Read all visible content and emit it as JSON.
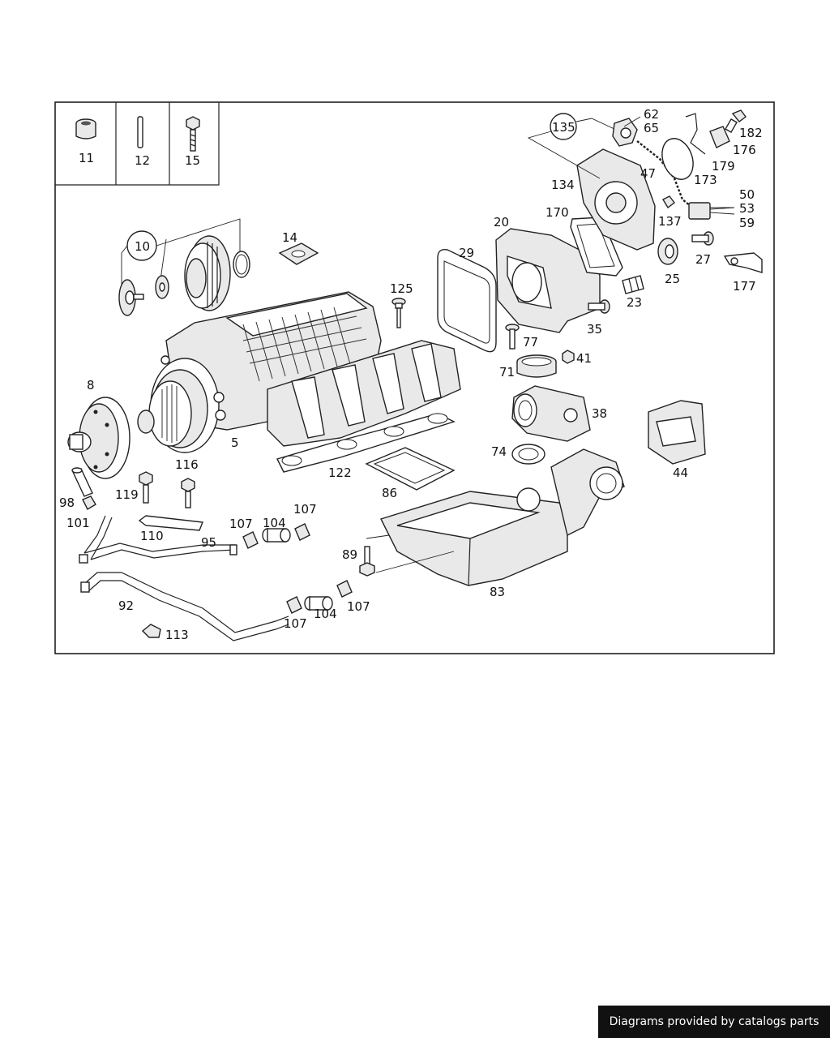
{
  "diagram": {
    "part_labels": {
      "p11": "11",
      "p12": "12",
      "p15": "15",
      "p10": "10",
      "p14": "14",
      "p125": "125",
      "p29": "29",
      "p20": "20",
      "p170": "170",
      "p135": "135",
      "p62": "62",
      "p65": "65",
      "p47": "47",
      "p134": "134",
      "p182": "182",
      "p176": "176",
      "p179": "179",
      "p173": "173",
      "p50": "50",
      "p53": "53",
      "p59": "59",
      "p137": "137",
      "p27": "27",
      "p177": "177",
      "p25": "25",
      "p23": "23",
      "p35": "35",
      "p77": "77",
      "p41": "41",
      "p71": "71",
      "p38": "38",
      "p74": "74",
      "p44": "44",
      "p8": "8",
      "p116": "116",
      "p5": "5",
      "p122": "122",
      "p86": "86",
      "p98": "98",
      "p119": "119",
      "p101": "101",
      "p110": "110",
      "p95": "95",
      "p107a": "107",
      "p104a": "104",
      "p107b": "107",
      "p89": "89",
      "p83": "83",
      "p92": "92",
      "p107c": "107",
      "p104b": "104",
      "p107d": "107",
      "p113": "113"
    }
  },
  "footer": {
    "credit": "Diagrams provided by catalogs parts"
  }
}
